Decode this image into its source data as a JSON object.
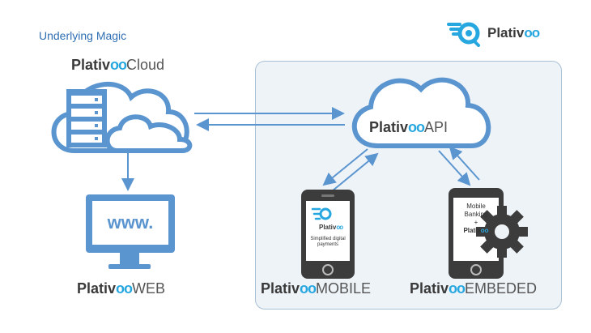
{
  "heading": "Underlying Magic",
  "logo": {
    "text": "Plativ",
    "suffix": "oo"
  },
  "brand_base": "Plativ",
  "brand_oo": "oo",
  "nodes": {
    "cloud": {
      "suffix": "Cloud"
    },
    "web": {
      "suffix": "WEB",
      "screen_text": "www."
    },
    "api": {
      "suffix": "API"
    },
    "mobile": {
      "suffix": "MOBILE",
      "screen_caption": "Simplified digital payments"
    },
    "embeded": {
      "suffix": "EMBEDED",
      "screen_lines": [
        "Mobile",
        "Banking",
        "+",
        "Plativ"
      ]
    }
  },
  "colors": {
    "accent": "#27a7e0",
    "icon_blue": "#5b95cf",
    "panel_bg": "#eef3f8",
    "text_dark": "#3a3a3a"
  }
}
